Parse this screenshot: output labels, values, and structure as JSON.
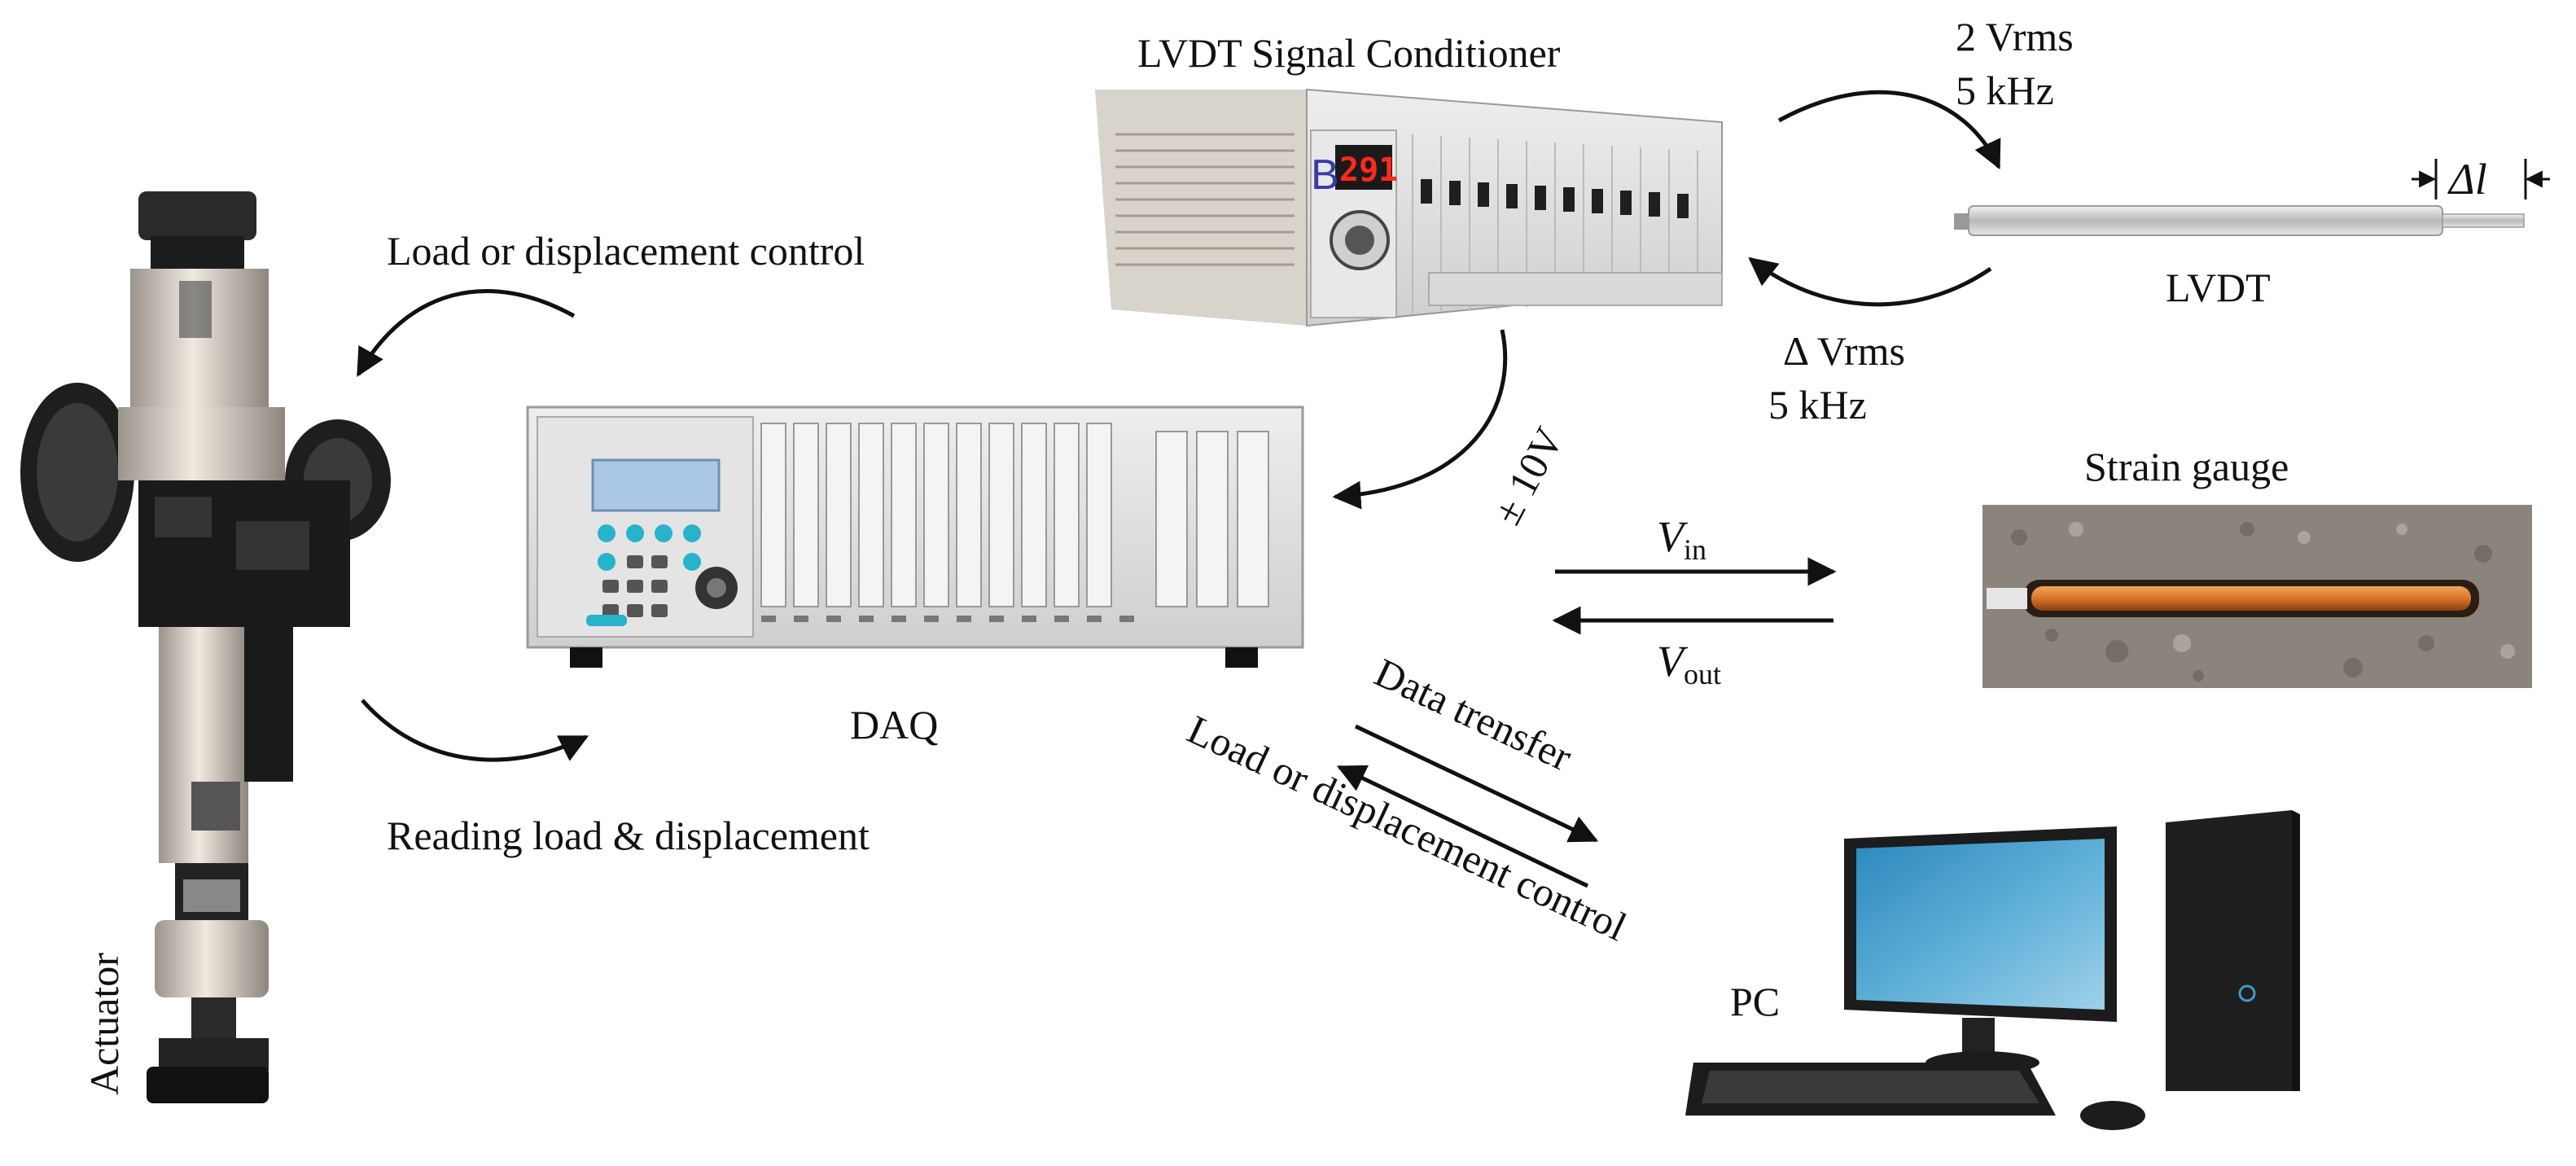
{
  "labels": {
    "lvdt_conditioner": "LVDT Signal Conditioner",
    "excitation_voltage": "2 Vrms",
    "excitation_freq": "5 kHz",
    "delta_l": "Δl",
    "lvdt": "LVDT",
    "delta_vrms": "Δ Vrms",
    "return_freq": "5 kHz",
    "load_disp_control_top": "Load or displacement control",
    "reading_load_disp": "Reading load & displacement",
    "daq": "DAQ",
    "plus_minus_10v": "± 10V",
    "strain_gauge": "Strain gauge",
    "v_in": "V",
    "v_in_sub": "in",
    "v_out": "V",
    "v_out_sub": "out",
    "data_transfer": "Data trensfer",
    "load_disp_control_pc": "Load or displacement control",
    "pc": "PC",
    "actuator": "Actuator",
    "conditioner_display": "291",
    "conditioner_mark": "B"
  },
  "colors": {
    "ink": "#111111",
    "lcd_red": "#ff2a1a",
    "lcd_blue": "#a9c7e6",
    "key_cyan": "#27b3c9",
    "strain_copper": "#d9742a",
    "monitor_blue": "#3f9ac9"
  }
}
